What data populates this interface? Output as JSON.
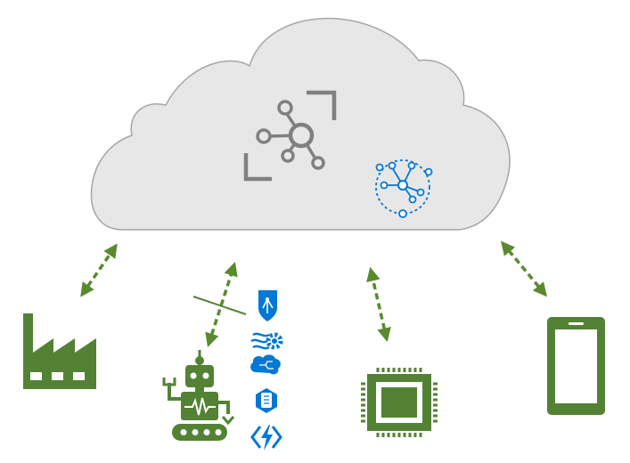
{
  "diagram": {
    "cloud": {
      "hub_icon": "iot-hub-icon",
      "twin_icon": "digital-twins-icon"
    },
    "devices": [
      {
        "name": "factory",
        "icon": "factory-icon"
      },
      {
        "name": "robot",
        "icon": "robot-icon"
      },
      {
        "name": "chip",
        "icon": "microchip-icon"
      },
      {
        "name": "phone",
        "icon": "smartphone-icon"
      }
    ],
    "edge_modules": [
      "iot-edge-icon",
      "stream-analytics-icon",
      "cognitive-services-icon",
      "sql-edge-icon",
      "azure-functions-icon"
    ],
    "connections": [
      "factory-cloud",
      "robot-cloud",
      "chip-cloud",
      "phone-cloud"
    ],
    "colors": {
      "device_green": "#548235",
      "arrow_green": "#5a8a2e",
      "cloud_fill": "#e7e7e7",
      "cloud_stroke": "#a6a6a6",
      "hub_gray": "#808080",
      "azure_blue": "#0078d4"
    }
  }
}
